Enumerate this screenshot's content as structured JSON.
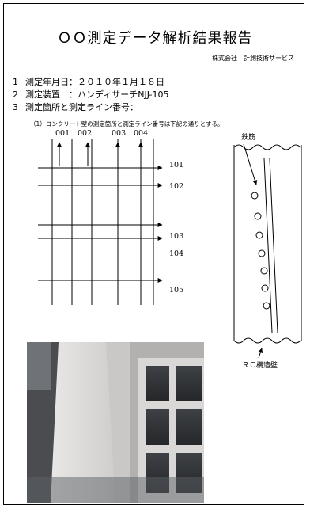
{
  "title": "ＯＯ測定データ解析結果報告",
  "company": "株式会社　計測技術サービス",
  "items": [
    {
      "number": "1",
      "text": "測定年月日：２０１０年１月１８日"
    },
    {
      "number": "2",
      "text": "測定装置　：ハンディサーチNJJ-105"
    },
    {
      "number": "3",
      "text": "測定箇所と測定ライン番号："
    }
  ],
  "note": "（1）コンクリート壁の測定箇所と測定ライン番号は下記の通りとする。",
  "grid": {
    "vertical_lines": [
      "001",
      "002",
      "003",
      "004"
    ],
    "horizontal_lines": [
      "101",
      "102",
      "103",
      "104",
      "105"
    ]
  },
  "cross_section": {
    "rebar_label": "鉄筋",
    "wall_label": "ＲＣ構造壁"
  }
}
